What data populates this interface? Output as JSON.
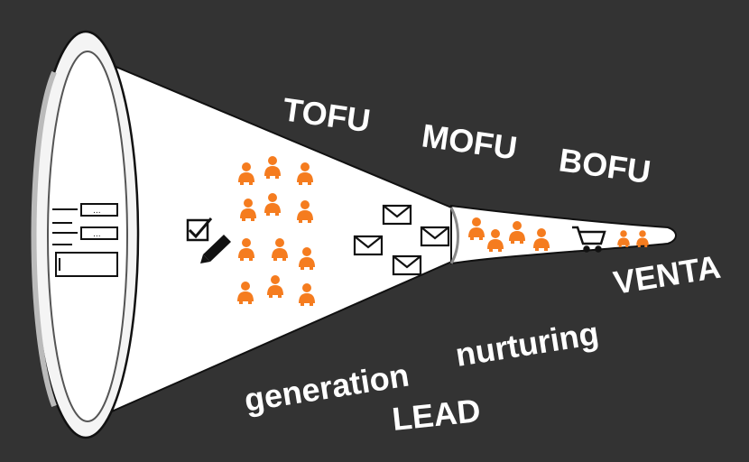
{
  "labels": {
    "tofu": "TOFU",
    "mofu": "MOFU",
    "bofu": "BOFU",
    "venta": "VENTA",
    "nurturing": "nurturing",
    "generation": "generation",
    "lead": "LEAD"
  },
  "icons": {
    "form": "form-icon",
    "checklist_pencil": "checklist-pencil-icon",
    "person": "person-icon",
    "envelope": "envelope-icon",
    "cart": "shopping-cart-icon"
  },
  "colors": {
    "background": "#333333",
    "funnel": "#ffffff",
    "outline": "#111111",
    "people": "#f57c1f",
    "label_text": "#ffffff"
  }
}
